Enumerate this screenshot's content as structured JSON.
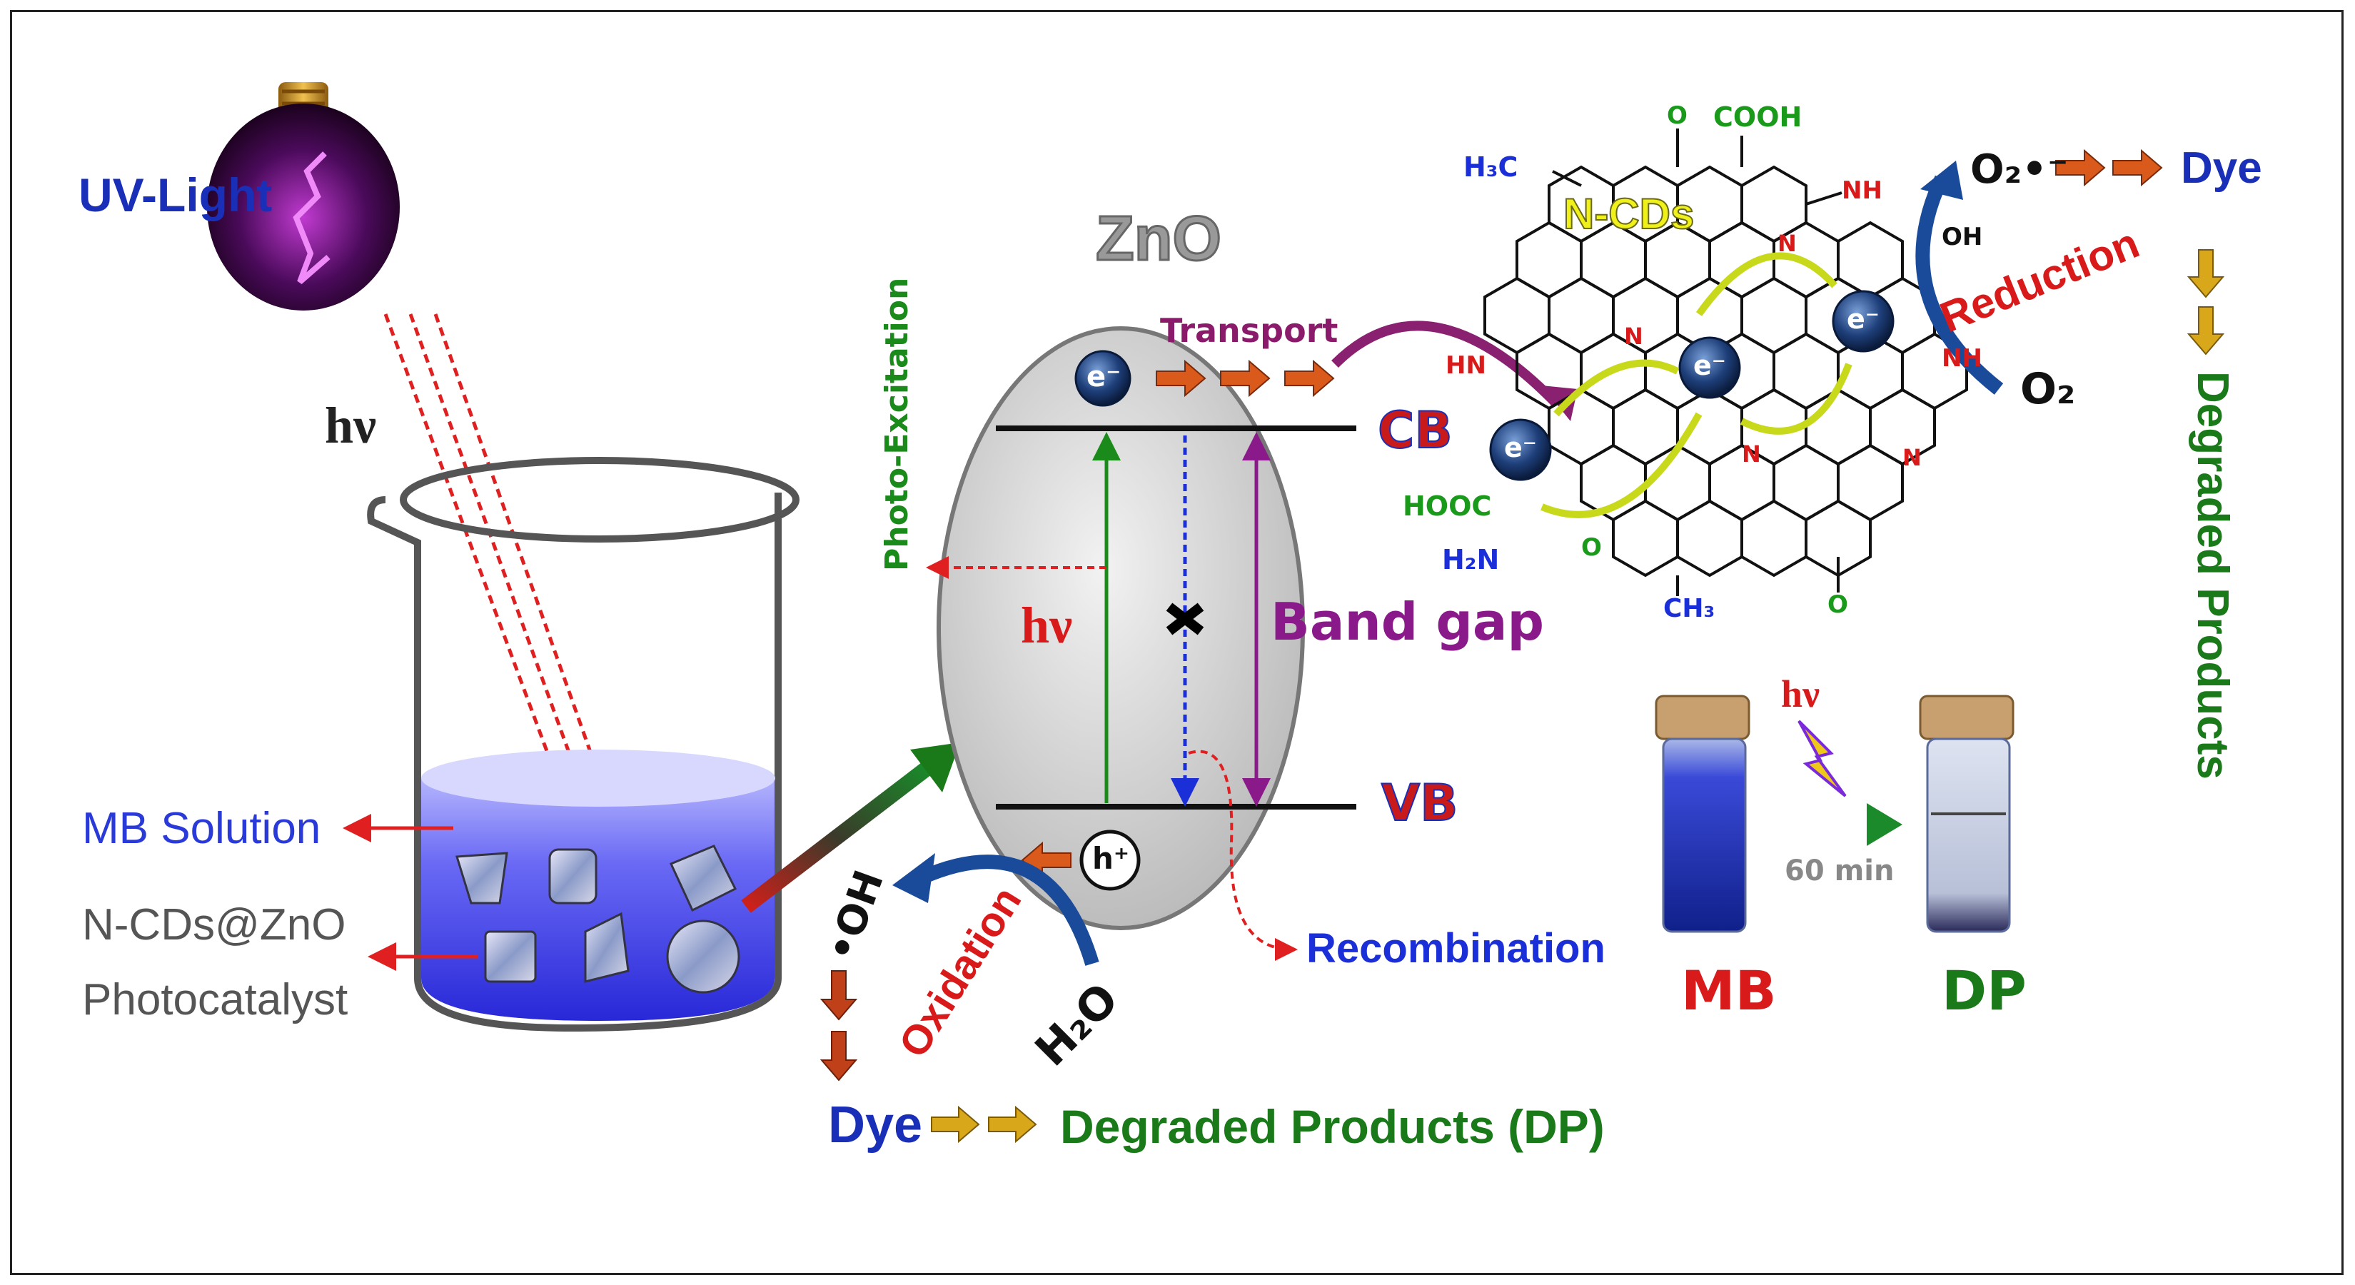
{
  "labels": {
    "uv_light": "UV-Light",
    "hv_lamp": "hν",
    "mb_solution": "MB Solution",
    "photocatalyst_line1": "N-CDs@ZnO",
    "photocatalyst_line2": "Photocatalyst",
    "zno": "ZnO",
    "photo_excitation": "Photo-Excitation",
    "transport": "Transport",
    "cb": "CB",
    "vb": "VB",
    "hv_gap": "hν",
    "band_gap": "Band gap",
    "electron": "e⁻",
    "hole": "h⁺",
    "recombination": "Recombination",
    "oxidation": "Oxidation",
    "oh_radical": "•OH",
    "h2o": "H₂O",
    "dye_bottom": "Dye",
    "degraded_bottom": "Degraded Products (DP)",
    "n_cds": "N-CDs",
    "reduction": "Reduction",
    "o2_radical": "O₂•⁻",
    "o2": "O₂",
    "dye_right": "Dye",
    "degraded_right": "Degraded Products",
    "hv_vial": "hν",
    "time": "60 min",
    "mb": "MB",
    "dp": "DP"
  },
  "chem": {
    "o_top": "O",
    "cooh": "COOH",
    "h3c": "H₃C",
    "nh_top": "NH",
    "oh": "OH",
    "hn": "HN",
    "n1": "N",
    "n2": "N",
    "n3": "N",
    "n4": "N",
    "nh_right": "NH",
    "hooc": "HOOC",
    "h2n": "H₂N",
    "o_ring": "O",
    "ch3": "CH₃",
    "o_bottom": "O"
  },
  "colors": {
    "blue_text": "#1a2fb8",
    "green_text": "#1a7a1a",
    "red_text": "#d91a1a",
    "purple": "#8a1a8a",
    "arrow_orange": "#d95a1a",
    "arrow_gold": "#c89a1a",
    "solution_blue": "#4a4af0"
  }
}
